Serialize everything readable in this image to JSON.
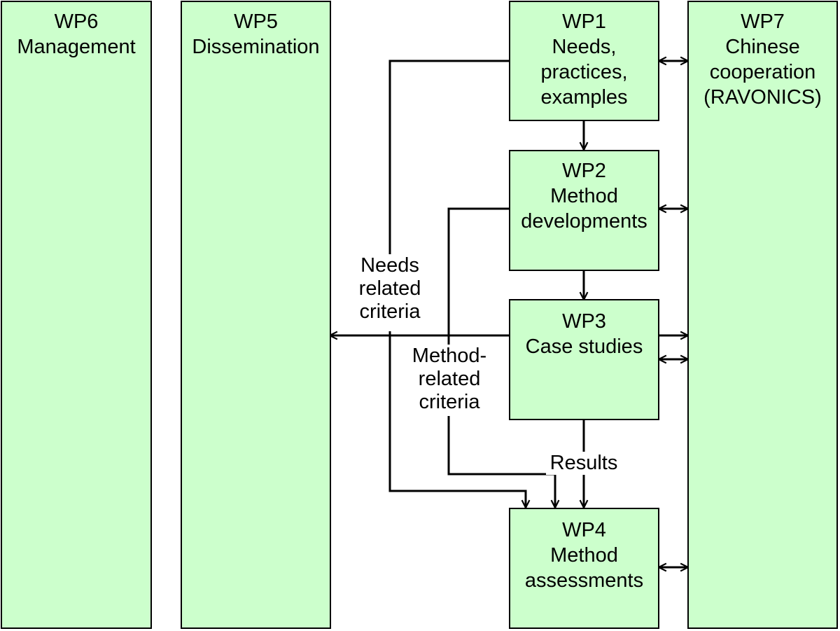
{
  "colors": {
    "box_fill": "#ccffcc",
    "box_border": "#000000",
    "line": "#000000",
    "background": "#ffffff"
  },
  "boxes": {
    "wp6": {
      "lines": [
        "WP6",
        "Management"
      ]
    },
    "wp5": {
      "lines": [
        "WP5",
        "Dissemination"
      ]
    },
    "wp1": {
      "lines": [
        "WP1",
        "Needs,",
        "practices,",
        "examples"
      ]
    },
    "wp2": {
      "lines": [
        "WP2",
        "Method",
        "developments"
      ]
    },
    "wp3": {
      "lines": [
        "WP3",
        "Case studies"
      ]
    },
    "wp4": {
      "lines": [
        "WP4",
        "Method",
        "assessments"
      ]
    },
    "wp7": {
      "lines": [
        "WP7",
        "Chinese",
        "cooperation",
        "(RAVONICS)"
      ]
    }
  },
  "labels": {
    "needs": [
      "Needs",
      "related",
      "criteria"
    ],
    "method": [
      "Method-",
      "related",
      "criteria"
    ],
    "results": [
      "Results"
    ]
  }
}
